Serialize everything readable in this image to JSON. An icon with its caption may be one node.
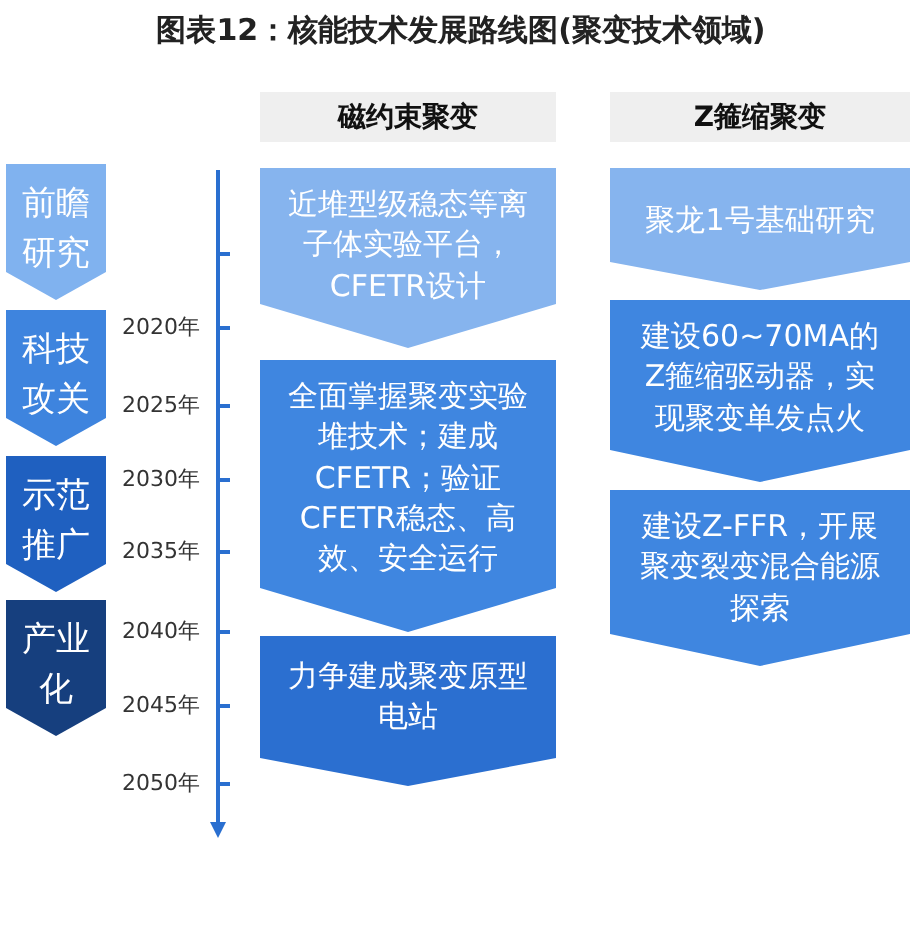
{
  "diagram": {
    "title": "图表12：核能技术发展路线图(聚变技术领域)",
    "nodes": [
      {
        "text": [
          "磁约束聚变"
        ]
      },
      {
        "text": [
          "Z箍缩聚变"
        ]
      },
      {
        "text": [
          "前瞻研究"
        ]
      },
      {
        "text": [
          "科技攻关"
        ]
      },
      {
        "text": [
          "示范推广"
        ]
      },
      {
        "text": [
          "产业化"
        ]
      },
      {
        "text": [
          "近堆型级稳态等离子体实验平台，CFETR设计"
        ]
      },
      {
        "text": [
          "全面掌握聚变实验堆技术；建成CFETR；验证CFETR稳态、高效、安全运行"
        ]
      },
      {
        "text": [
          "力争建成聚变原型电站"
        ]
      },
      {
        "text": [
          "聚龙1号基础研究"
        ]
      },
      {
        "text": [
          "建设60~70MA的Z箍缩驱动器，实现聚变单发点火"
        ]
      },
      {
        "text": [
          "建设Z-FFR，开展聚变裂变混合能源探索"
        ]
      }
    ],
    "labels": [
      "2020年",
      "2025年",
      "2030年",
      "2035年",
      "2040年",
      "2045年",
      "2050年"
    ]
  }
}
